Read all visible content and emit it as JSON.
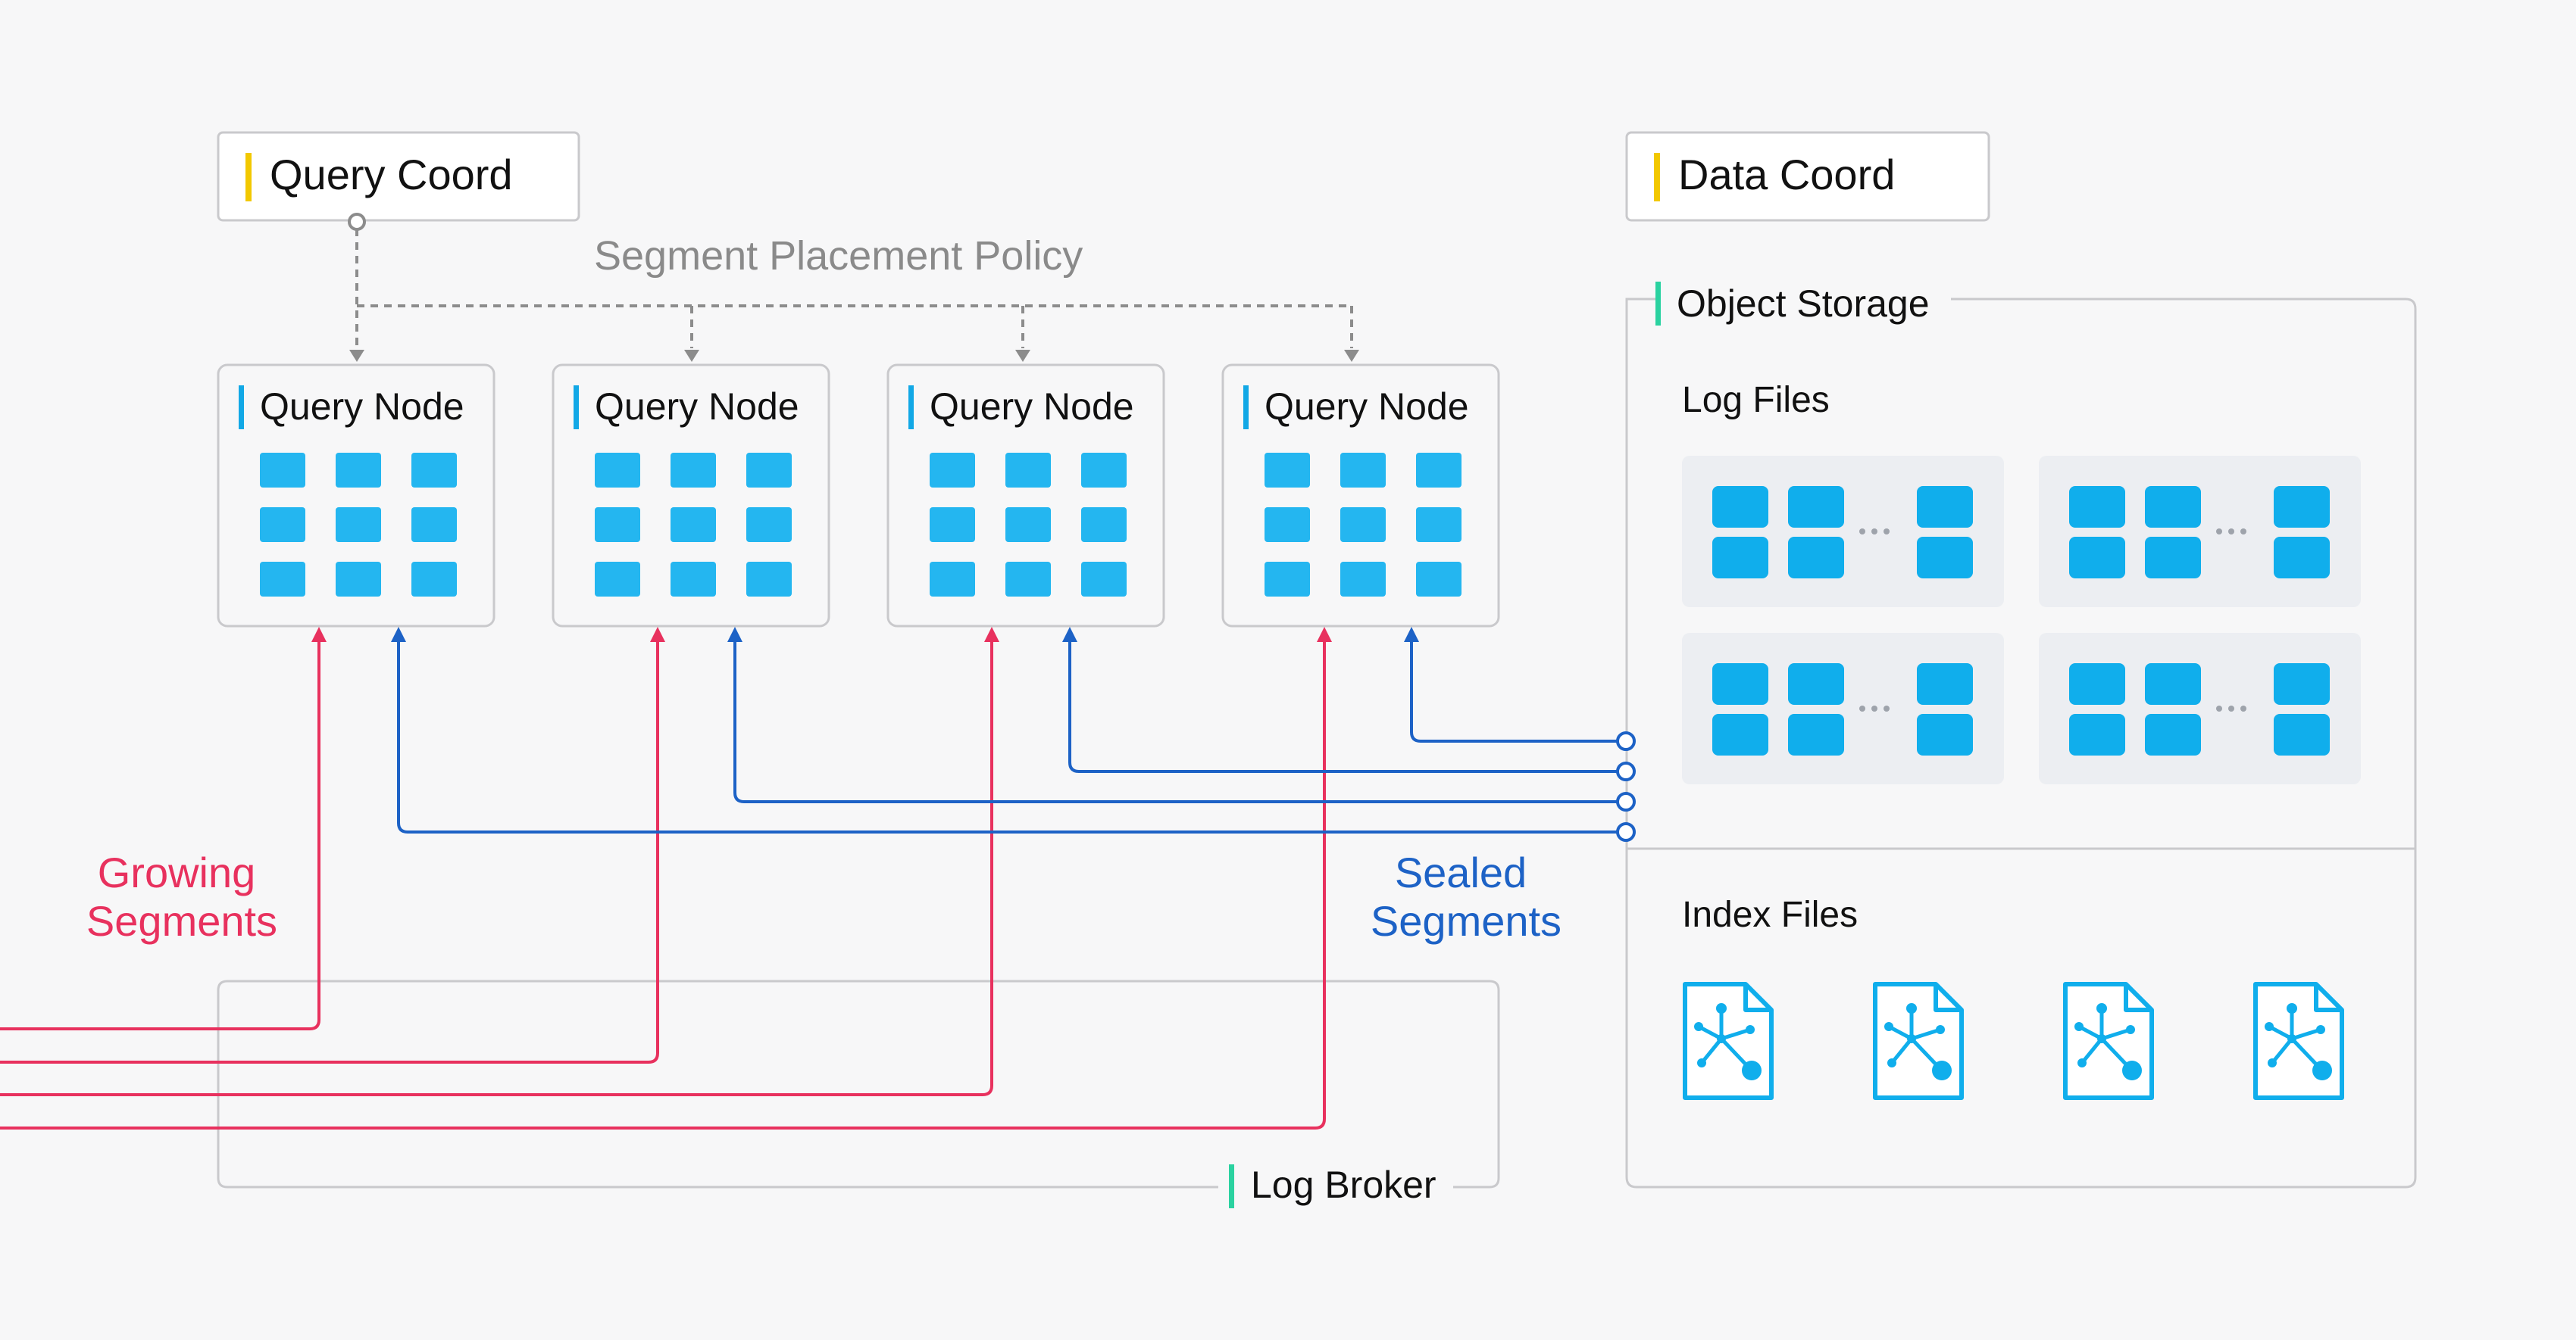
{
  "query_coord": {
    "label": "Query Coord",
    "accent": "#f2c800"
  },
  "data_coord": {
    "label": "Data Coord",
    "accent": "#f2c800"
  },
  "placement_policy": {
    "label": "Segment Placement Policy"
  },
  "query_nodes": [
    {
      "label": "Query Node"
    },
    {
      "label": "Query Node"
    },
    {
      "label": "Query Node"
    },
    {
      "label": "Query Node"
    }
  ],
  "query_node_accent": "#12a8e6",
  "object_storage": {
    "label": "Object Storage",
    "accent": "#2ad2a0"
  },
  "log_files": {
    "label": "Log Files",
    "groups": 4
  },
  "index_files": {
    "label": "Index Files",
    "count": 4
  },
  "log_broker": {
    "label": "Log Broker",
    "accent": "#2ad2a0"
  },
  "growing_segments": {
    "line1": "Growing",
    "line2": "Segments",
    "color": "#e8315e"
  },
  "sealed_segments": {
    "line1": "Sealed",
    "line2": "Segments",
    "color": "#1d62c6"
  },
  "colors": {
    "block": "#10aeec",
    "block_light": "#24b6f0",
    "dashed": "#8c8c8c",
    "box_border": "#c9c9cc"
  }
}
